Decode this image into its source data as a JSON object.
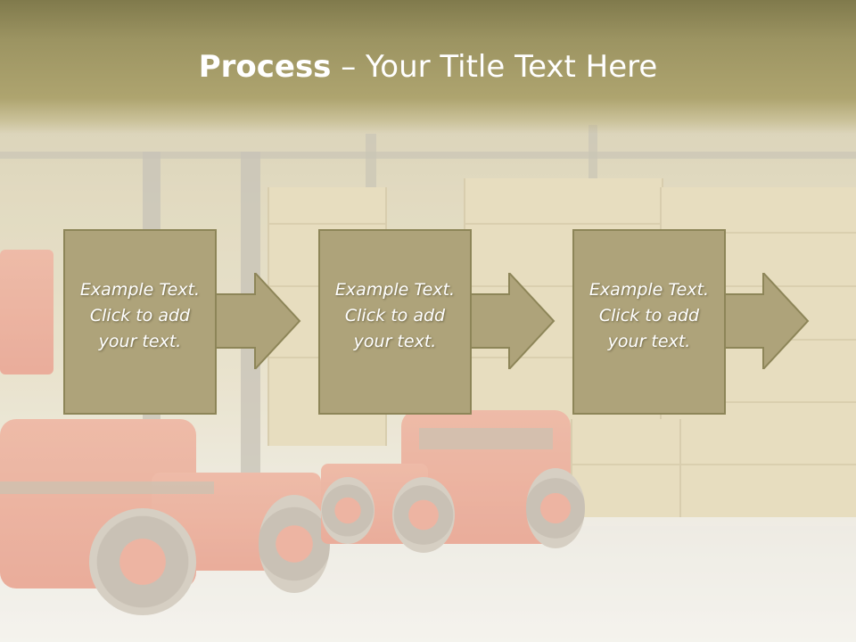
{
  "slide": {
    "title_bold": "Process",
    "title_rest": " – Your Title Text Here"
  },
  "steps": [
    {
      "line1": "Example Text.",
      "line2": "Click  to add",
      "line3": "your text."
    },
    {
      "line1": "Example Text.",
      "line2": "Click  to add",
      "line3": "your text."
    },
    {
      "line1": "Example Text.",
      "line2": "Click  to add",
      "line3": "your text."
    }
  ],
  "colors": {
    "header": "#9c9462",
    "box_fill": "#aea37a",
    "box_border": "#8d8558",
    "text": "#ffffff"
  },
  "icons": [
    "right-arrow-icon"
  ]
}
